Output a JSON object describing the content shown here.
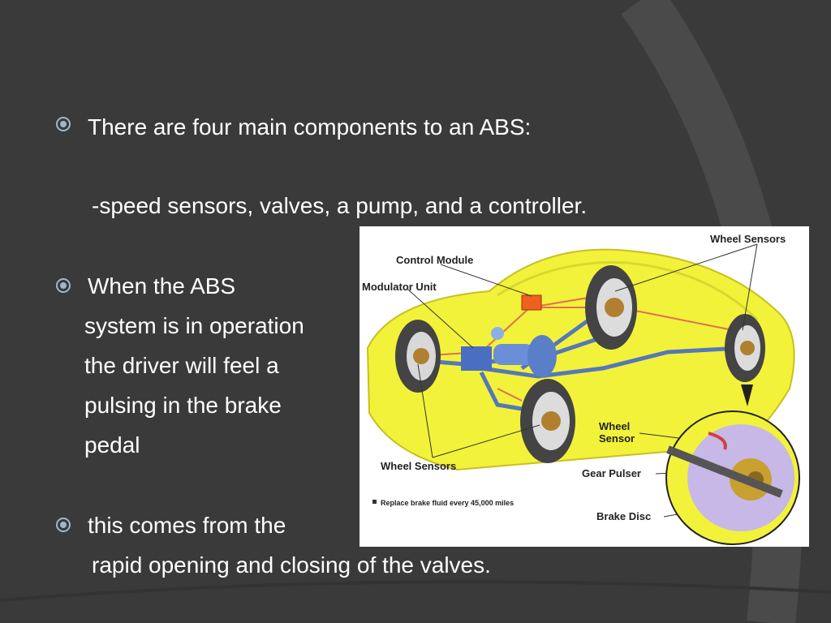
{
  "slide": {
    "bullets": [
      {
        "text": "There are four main components to an ABS:"
      },
      {
        "text": "When the ABS"
      },
      {
        "text": "this comes from the"
      }
    ],
    "lines": {
      "components_list": "-speed sensors, valves, a pump, and a controller.",
      "operation_1": "system is in operation",
      "operation_2": "the driver will feel a",
      "operation_3": "pulsing in the brake",
      "operation_4": "pedal",
      "valves_line": "rapid opening and closing of the valves."
    }
  },
  "diagram": {
    "labels": {
      "wheel_sensors_top": "Wheel Sensors",
      "control_module": "Control Module",
      "modulator_unit": "Modulator Unit",
      "wheel_sensor_1": "Wheel",
      "wheel_sensor_2": "Sensor",
      "gear_pulser": "Gear Pulser",
      "brake_disc": "Brake Disc",
      "wheel_sensors_bottom": "Wheel Sensors",
      "note": "Replace brake fluid every 45,000 miles"
    }
  },
  "colors": {
    "background": "#3a3a3a",
    "text": "#ffffff",
    "bullet": "#9fb8c8",
    "car_body": "#f2f23a",
    "brake_line": "#5577bb"
  }
}
